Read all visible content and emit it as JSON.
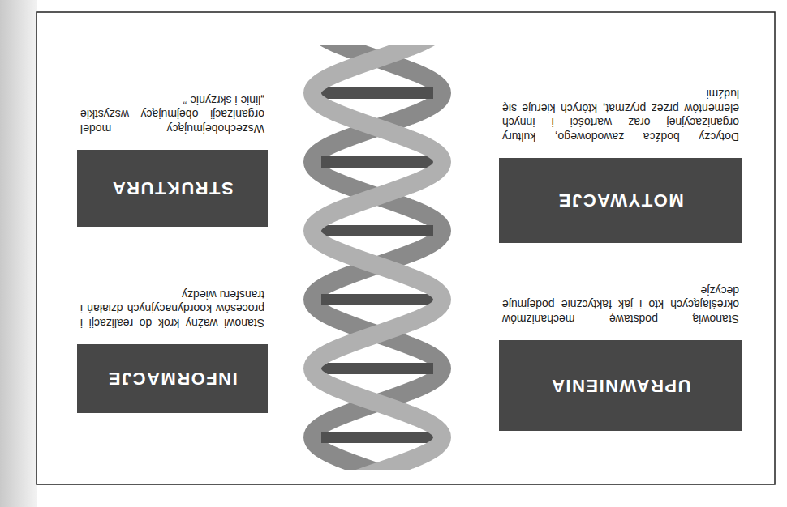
{
  "diagram": {
    "nodes": [
      {
        "text": [
          "UPRAWNIENIA",
          "Stanowią podstawę mechanizmów określających kto i jak faktycznie podejmuje decyzje"
        ]
      },
      {
        "text": [
          "INFORMACJE",
          "Stanowi ważny krok do realizacji i procesów koordynacyjnych działań i transferu wiedzy"
        ]
      },
      {
        "text": [
          "MOTYWACJE",
          "Dotyczy bodźca zawodowego, kultury organizacyjnej oraz wartości i innych elementów przez pryzmat, których kieruje się ludźmi"
        ]
      },
      {
        "text": [
          "STRUKTURA",
          "Wszechobejmujący model organizacji obejmujący wszystkie „linie i skrzynie ”"
        ]
      }
    ]
  }
}
